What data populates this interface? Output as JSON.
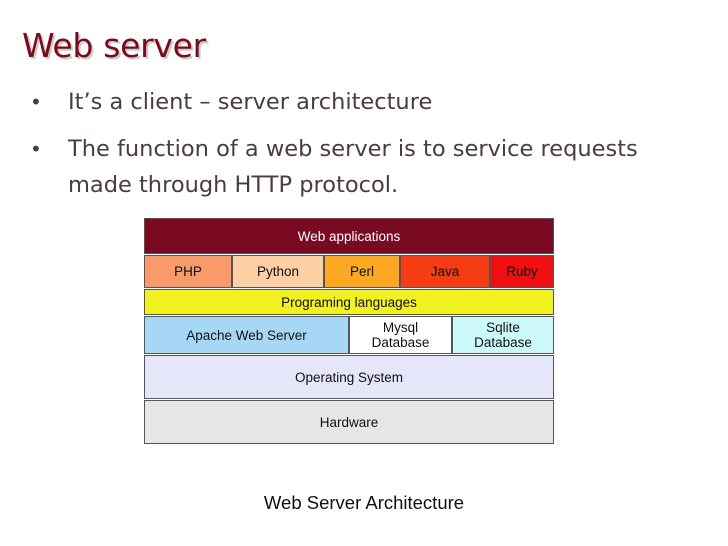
{
  "slide": {
    "title": "Web server",
    "bullets": [
      "It’s a client – server architecture",
      "The function of a web server is to service requests made through HTTP protocol."
    ],
    "bullet_symbol": "•"
  },
  "diagram": {
    "caption": "Web Server Architecture",
    "web_applications": "Web applications",
    "languages": [
      {
        "label": "PHP",
        "color": "#f89a6a"
      },
      {
        "label": "Python",
        "color": "#fcd0a4"
      },
      {
        "label": "Perl",
        "color": "#fca822"
      },
      {
        "label": "Java",
        "color": "#f53c12"
      },
      {
        "label": "Ruby",
        "color": "#f20f0f"
      }
    ],
    "programming_languages": "Programing languages",
    "servers": [
      {
        "label": "Apache Web Server",
        "color": "#a6d8f6"
      },
      {
        "label": "Mysql Database",
        "color": "#ffffff"
      },
      {
        "label": "Sqlite Database",
        "color": "#cdf9fb"
      }
    ],
    "operating_system": "Operating System",
    "hardware": "Hardware",
    "colors": {
      "web_applications": "#7a0a22",
      "programming_languages": "#f2f222",
      "operating_system": "#e6e6fa",
      "hardware": "#e6e6e6",
      "title": "#7a0a1c"
    }
  }
}
